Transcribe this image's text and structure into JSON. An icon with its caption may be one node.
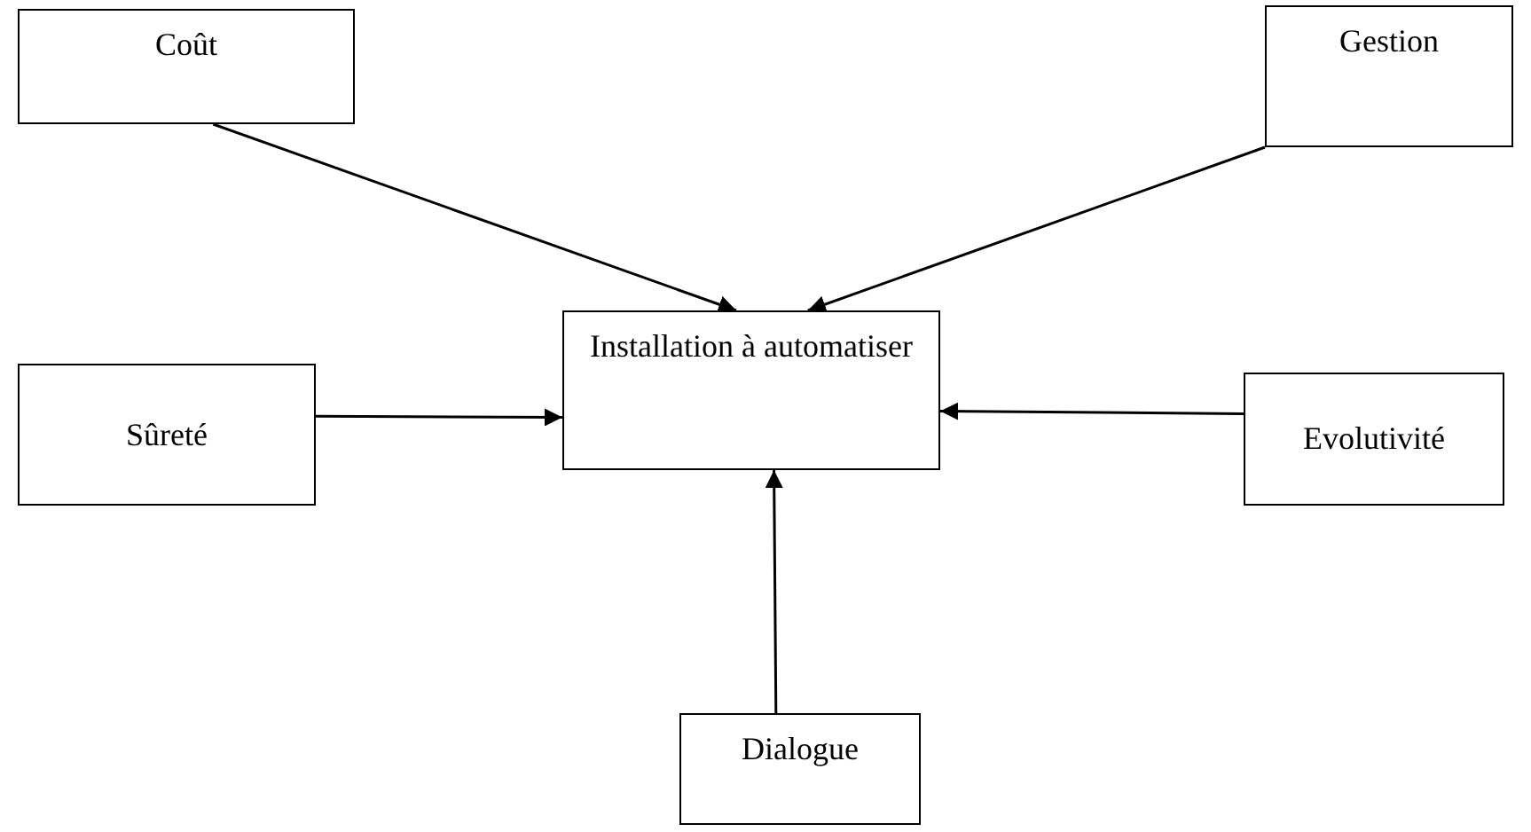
{
  "diagram": {
    "nodes": [
      {
        "text": [
          "Coût"
        ]
      },
      {
        "text": [
          "Gestion"
        ]
      },
      {
        "text": [
          "Installation à automatiser"
        ]
      },
      {
        "text": [
          "Sûreté"
        ]
      },
      {
        "text": [
          "Evolutivité"
        ]
      },
      {
        "text": [
          "Dialogue"
        ]
      }
    ],
    "edges": [
      {
        "from": 0,
        "to": 2,
        "arrow": "to"
      },
      {
        "from": 1,
        "to": 2,
        "arrow": "to"
      },
      {
        "from": 3,
        "to": 2,
        "arrow": "to"
      },
      {
        "from": 4,
        "to": 2,
        "arrow": "to"
      },
      {
        "from": 5,
        "to": 2,
        "arrow": "to"
      }
    ]
  }
}
